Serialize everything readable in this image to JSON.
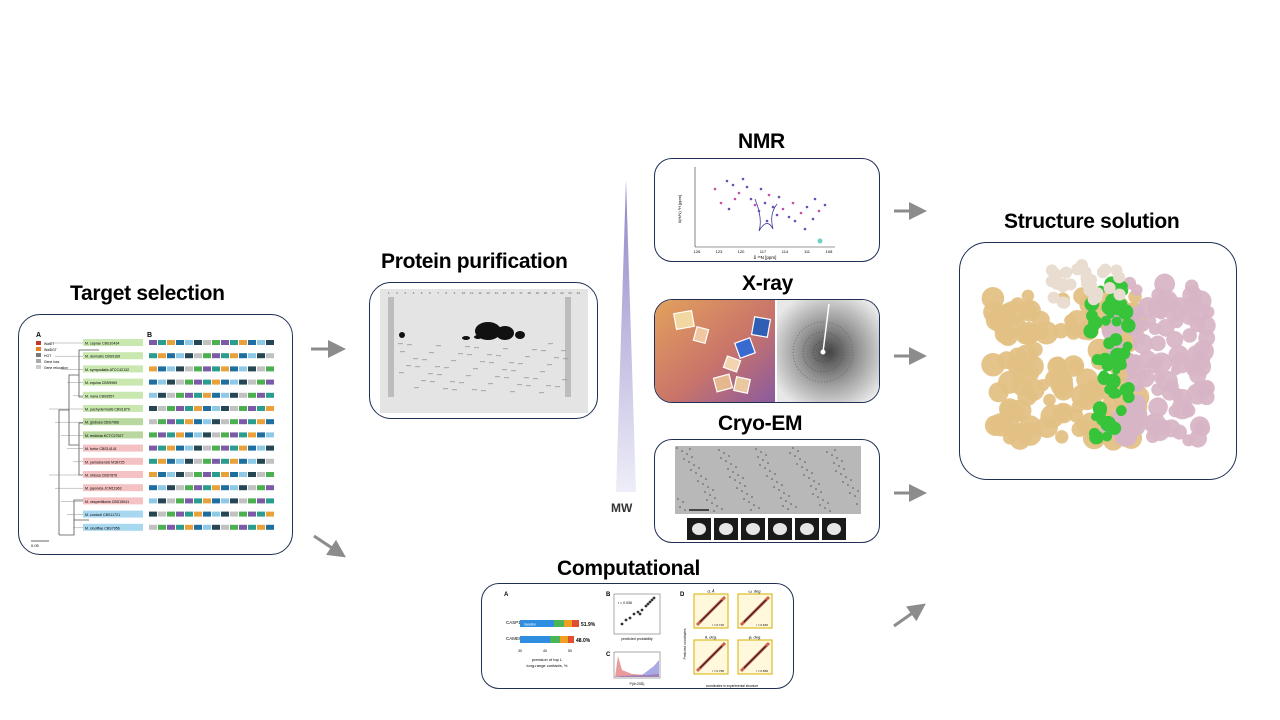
{
  "titles": {
    "target": "Target selection",
    "purification": "Protein purification",
    "nmr": "NMR",
    "xray": "X-ray",
    "cryoem": "Cryo-EM",
    "computational": "Computational",
    "structure": "Structure solution"
  },
  "mw_label": "MW",
  "colors": {
    "border": "#1f2f55",
    "arrow": "#8c8c8c",
    "triangle_top": "#8f86c8",
    "tan": "#e3c184",
    "pink": "#d8b5c6",
    "green": "#38c43a"
  },
  "target_panel": {
    "panel_a": "A",
    "panel_b": "B",
    "legend": [
      "WalDT",
      "WalDGT",
      "HGT",
      "Gene loss",
      "Gene relocation"
    ],
    "species": [
      "M. caprae CBS10434",
      "M. dermatis CBS9169",
      "M. sympodialis ATCC42132",
      "M. equina CBS9969",
      "M. nana CBS9557",
      "M. pachydermatis CBS1879",
      "M. globosa CBS7966",
      "M. restricta KCTC27527",
      "M. furfur CBS14141",
      "M. yamatoensis M1B725",
      "M. obtusa CBS7876",
      "M. japonica JCM11963",
      "M. vespertilionis CBS15041",
      "M. cuniculi CBS11721",
      "M. slooffiae CBS7956"
    ],
    "scale": "0.05"
  },
  "nmr_panel": {
    "x_ticks": [
      "126",
      "123",
      "120",
      "117",
      "114",
      "111",
      "108"
    ],
    "x_label": "δ ¹⁵N [ppm]",
    "y_label": "δ(H/N) ¹H [ppm]"
  },
  "comp_panel": {
    "label_a": "A",
    "label_b": "B",
    "label_c": "C",
    "label_d": "D",
    "row1": "CASP13",
    "row2": "CAMEO",
    "val1": "51.9%",
    "val2": "48.0%",
    "seg_label": "baseline",
    "x_ticks": [
      "30",
      "40",
      "50"
    ],
    "x_label1": "precision of top L",
    "x_label2": "long-range contacts, %",
    "scatter_text": "r = 0.936",
    "scatter_x": "predicted probability",
    "hist_x": "P(d<20Å)",
    "d_titles": [
      "d, Å",
      "ω, deg.",
      "θ, deg.",
      "φ, deg."
    ],
    "d_rs": [
      "r = 0.716",
      "r = 0.646",
      "r = 0.768",
      "r = 0.659"
    ],
    "d_ylabel": "Predicted coordinates",
    "d_xlabel": "coordinates in experimental structure"
  }
}
